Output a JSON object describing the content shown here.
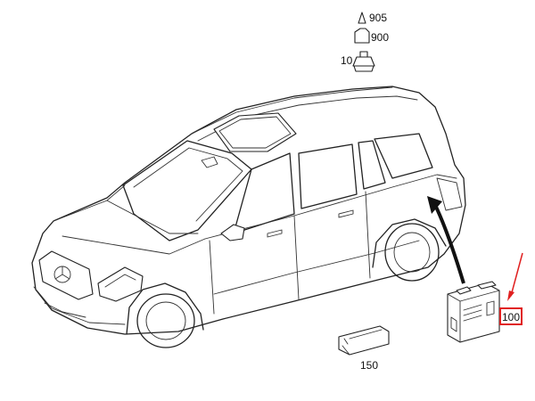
{
  "labels": {
    "part_905": "905",
    "part_900": "900",
    "part_10": "10",
    "part_150": "150",
    "part_100": "100"
  },
  "colors": {
    "line": "#222222",
    "highlight": "#e02020",
    "background": "#ffffff"
  }
}
